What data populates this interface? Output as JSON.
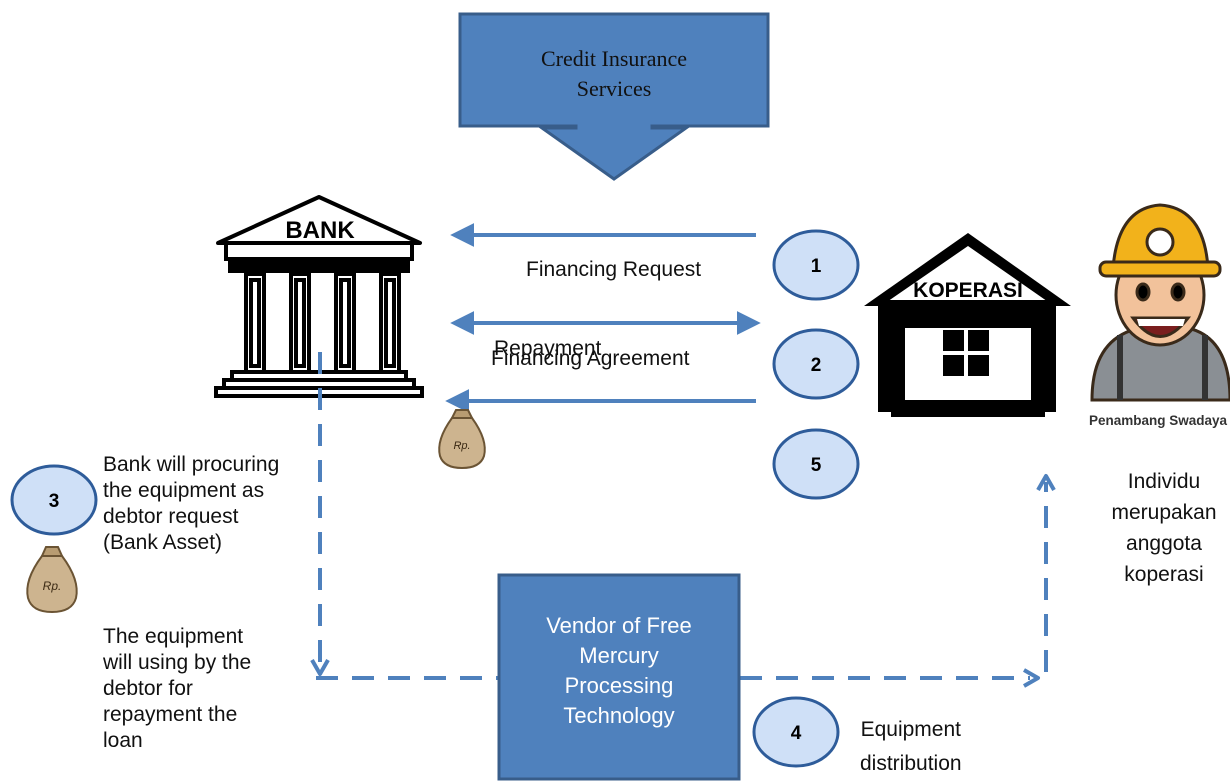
{
  "credit_insurance": {
    "line1": "Credit Insurance",
    "line2": "Services"
  },
  "bank": {
    "sign": "BANK"
  },
  "koperasi": {
    "sign": "KOPERASI"
  },
  "miner": {
    "caption": "Penambang Swadaya"
  },
  "vendor": {
    "line1": "Vendor of Free",
    "line2": "Mercury",
    "line3": "Processing",
    "line4": "Technology"
  },
  "flows": {
    "financing_request": "Financing Request",
    "financing_agreement": "Financing Agreement",
    "repayment": "Repayment"
  },
  "steps": {
    "s1": "1",
    "s2": "2",
    "s3": "3",
    "s4": "4",
    "s5": "5"
  },
  "notes": {
    "bank_procure": [
      "Bank will procuring",
      "the equipment as",
      "debtor request",
      "(Bank Asset)"
    ],
    "equipment_use": [
      "The equipment",
      "will using by the",
      "debtor for",
      "repayment the",
      "loan"
    ],
    "individu": [
      "Individu",
      "merupakan",
      "anggota",
      "koperasi"
    ],
    "distribution": [
      "Equipment",
      "distribution"
    ]
  },
  "money_bag": {
    "mark": "Rp."
  },
  "colors": {
    "box_fill": "#4f81bd",
    "box_stroke": "#385d8a",
    "arrow": "#4f81bd",
    "circle_fill": "#cfe0f7",
    "circle_stroke": "#2e5c9a",
    "dark": "#000000"
  }
}
